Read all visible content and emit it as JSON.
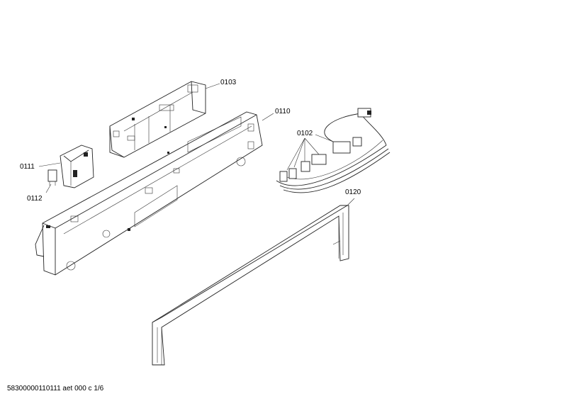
{
  "parts": {
    "p0103": "0103",
    "p0110": "0110",
    "p0102": "0102",
    "p0111": "0111",
    "p0112": "0112",
    "p0120": "0120"
  },
  "footer": "58300000110111 aet 000 c 1/6"
}
